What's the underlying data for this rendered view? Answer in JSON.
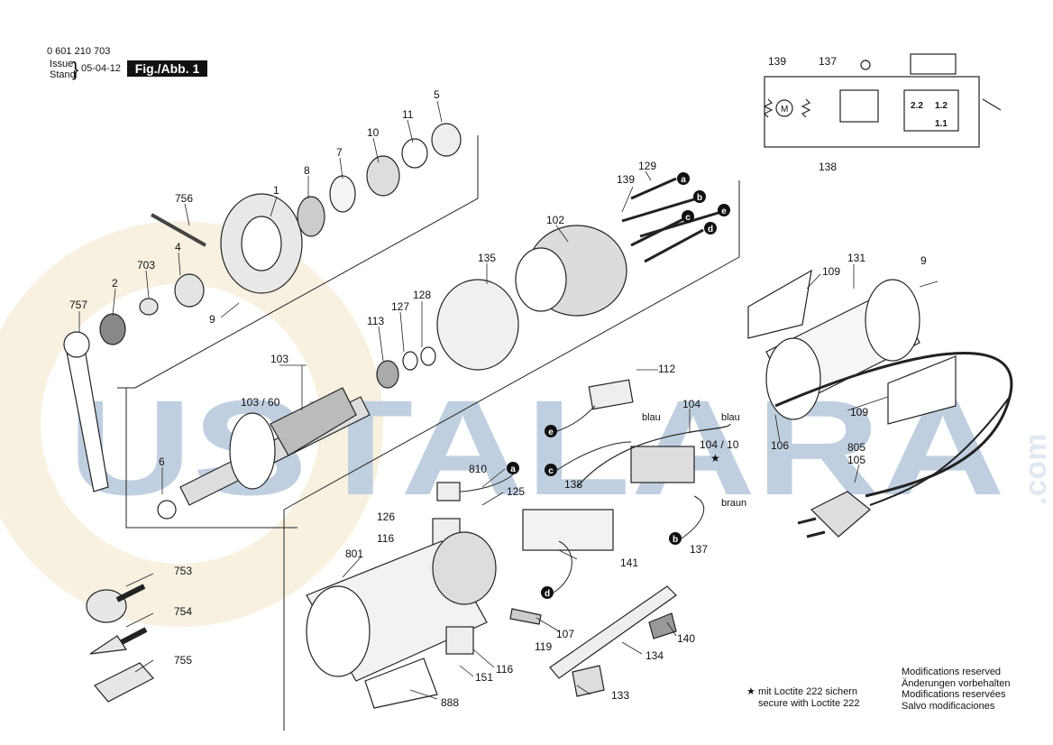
{
  "header": {
    "part_number": "0 601 210 703",
    "issue_label": "Issue",
    "stand_label": "Stand",
    "issue_date": "05-04-12",
    "figure": "Fig./Abb. 1"
  },
  "watermark": {
    "text": "USTALARA",
    "suffix": ".com",
    "color": "#8ea9c8",
    "logo_color": "#f3e6c8"
  },
  "labels": {
    "p5": "5",
    "p11": "11",
    "p10": "10",
    "p7": "7",
    "p8": "8",
    "p1": "1",
    "p756": "756",
    "p4": "4",
    "p703": "703",
    "p2": "2",
    "p757": "757",
    "p9a": "9",
    "p139": "139",
    "p129": "129",
    "p102": "102",
    "p135": "135",
    "p128": "128",
    "p127": "127",
    "p113": "113",
    "p103": "103",
    "p103_60": "103 / 60",
    "p6": "6",
    "p112": "112",
    "p104": "104",
    "p104_10": "104 / 10",
    "p810": "810",
    "p125": "125",
    "p126": "126",
    "p116a": "116",
    "p801": "801",
    "p141": "141",
    "p138": "138",
    "p137": "137",
    "p107": "107",
    "p119": "119",
    "p116b": "116",
    "p151": "151",
    "p888": "888",
    "p134": "134",
    "p140": "140",
    "p133": "133",
    "p131": "131",
    "p109a": "109",
    "p9b": "9",
    "p109b": "109",
    "p106": "106",
    "p805": "805",
    "p105": "105",
    "p753": "753",
    "p754": "754",
    "p755": "755",
    "blau1": "blau",
    "blau2": "blau",
    "braun": "braun",
    "w_a1": "a",
    "w_b1": "b",
    "w_c1": "c",
    "w_e1": "e",
    "w_d1": "d",
    "w_e2": "e",
    "w_c2": "c",
    "w_a2": "a",
    "w_d2": "d",
    "w_b2": "b"
  },
  "schematic": {
    "l139": "139",
    "l137": "137",
    "l138": "138",
    "motor": "M",
    "s22": "2.2",
    "s12": "1.2",
    "s11": "1.1"
  },
  "loctite": {
    "star": "★",
    "line1": "mit Loctite 222 sichern",
    "line2": "secure with Loctite 222"
  },
  "notes": {
    "l1": "Modifications reserved",
    "l2": "Änderungen vorbehalten",
    "l3": "Modifications reservées",
    "l4": "Salvo modificaciones"
  }
}
